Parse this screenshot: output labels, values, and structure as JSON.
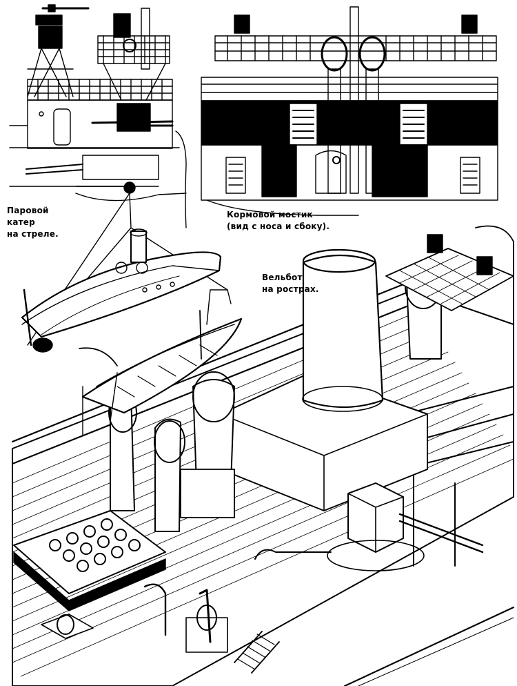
{
  "labels": {
    "steam_launch": [
      "Паровой",
      "катер",
      "на стреле."
    ],
    "aft_bridge": [
      "Кормовой мостик",
      "(вид с носа и сбоку)."
    ],
    "whaleboat": [
      "Вельбот",
      "на рострах."
    ]
  },
  "colors": {
    "ink": "#000000",
    "paper": "#ffffff"
  }
}
